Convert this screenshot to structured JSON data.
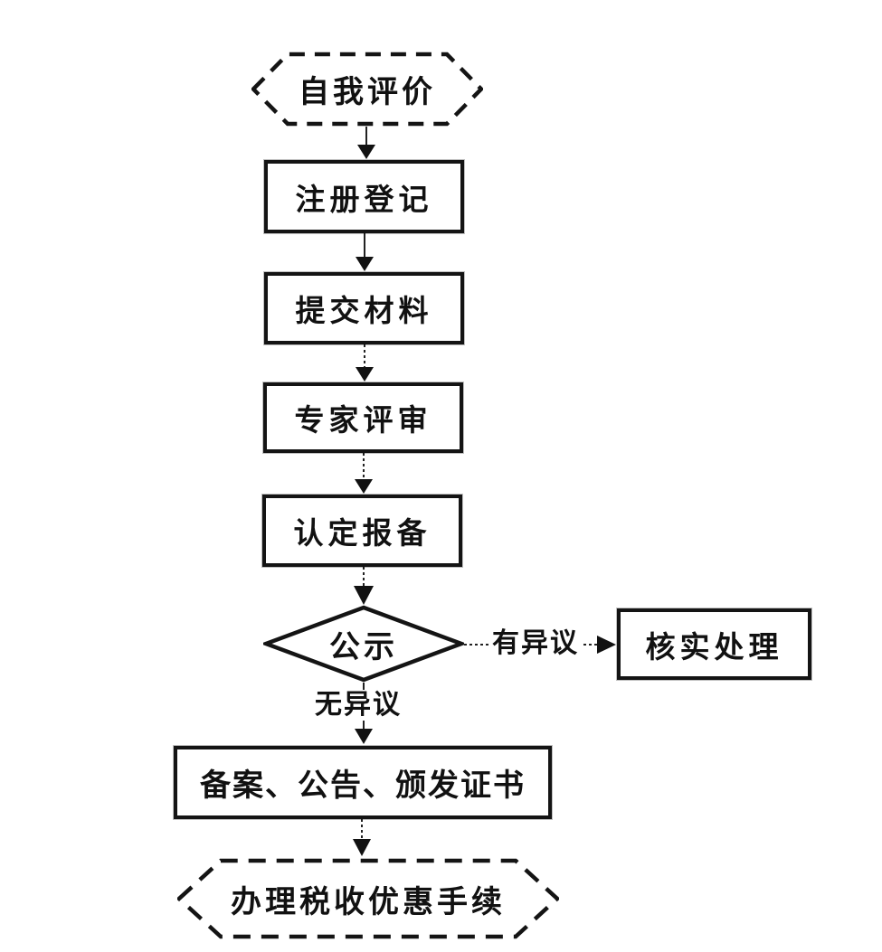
{
  "flowchart": {
    "nodes": {
      "self_evaluation": {
        "label": "自我评价",
        "shape": "hexagon-dashed"
      },
      "registration": {
        "label": "注册登记",
        "shape": "rect"
      },
      "submit_materials": {
        "label": "提交材料",
        "shape": "rect"
      },
      "expert_review": {
        "label": "专家评审",
        "shape": "rect"
      },
      "recognition_filing": {
        "label": "认定报备",
        "shape": "rect"
      },
      "publicity": {
        "label": "公示",
        "shape": "diamond"
      },
      "verification": {
        "label": "核实处理",
        "shape": "rect"
      },
      "certificate": {
        "label": "备案、公告、颁发证书",
        "shape": "rect"
      },
      "tax_procedures": {
        "label": "办理税收优惠手续",
        "shape": "hexagon-dashed"
      }
    },
    "edge_labels": {
      "objection": "有异议",
      "no_objection": "无异议"
    },
    "colors": {
      "stroke": "#141414",
      "background": "#ffffff"
    }
  }
}
